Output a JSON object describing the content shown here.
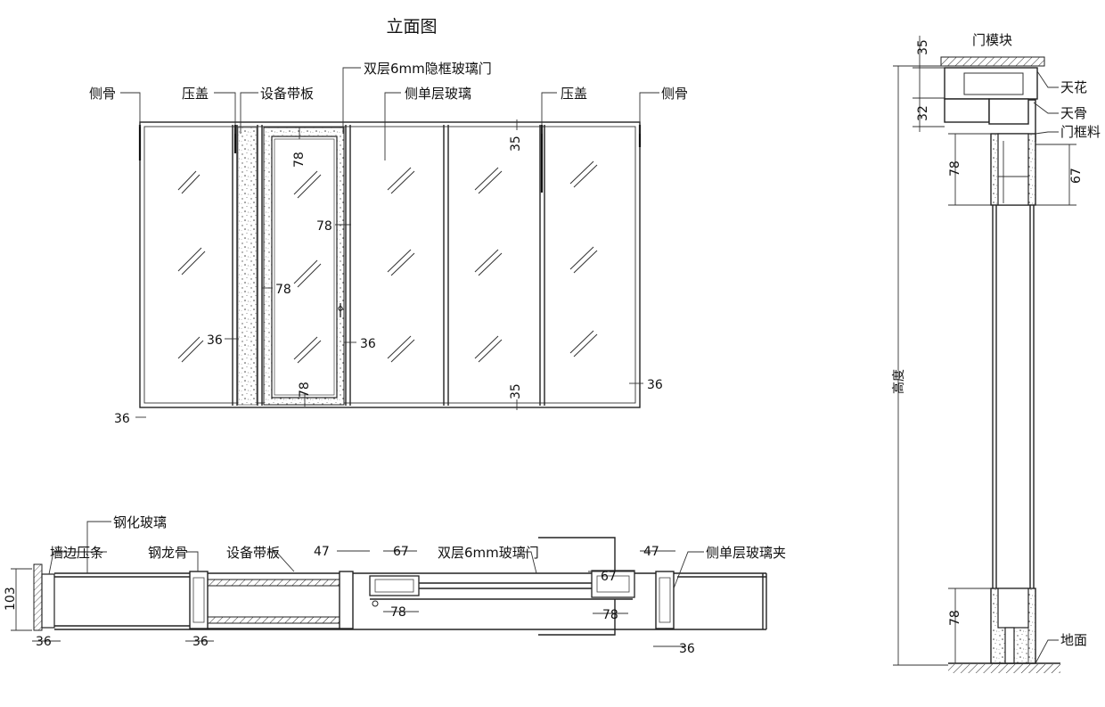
{
  "elevation": {
    "title": "立面图",
    "labels": {
      "side_bone_left": "侧骨",
      "cap_left": "压盖",
      "equipment_strip": "设备带板",
      "door": "双层6mm隐框玻璃门",
      "side_single_glass": "侧单层玻璃",
      "cap_right": "压盖",
      "side_bone_right": "侧骨"
    },
    "dims": {
      "d78_top": "78",
      "d78_side": "78",
      "d78_inner": "78",
      "d78_bottom": "78",
      "d36_left": "36",
      "d36_mid": "36",
      "d36_right": "36",
      "d36_base": "36",
      "d35_top": "35",
      "d35_bottom": "35"
    }
  },
  "plan": {
    "labels": {
      "tempered_glass": "钢化玻璃",
      "wall_strip": "墙边压条",
      "keel": "钢龙骨",
      "equipment_strip": "设备带板",
      "door": "双层6mm玻璃门",
      "clip": "侧单层玻璃夹"
    },
    "dims": {
      "d103": "103",
      "d36_a": "36",
      "d36_b": "36",
      "d36_c": "36",
      "d47_a": "47",
      "d47_b": "47",
      "d67_a": "67",
      "d67_b": "67",
      "d78_a": "78",
      "d78_b": "78"
    }
  },
  "section": {
    "labels": {
      "door_module": "门模块",
      "ceiling": "天花",
      "ceiling_bone": "天骨",
      "door_frame": "门框料",
      "ground": "地面",
      "height": "高度"
    },
    "dims": {
      "d35": "35",
      "d32": "32",
      "d78_top": "78",
      "d67": "67",
      "d78_bottom": "78"
    }
  }
}
